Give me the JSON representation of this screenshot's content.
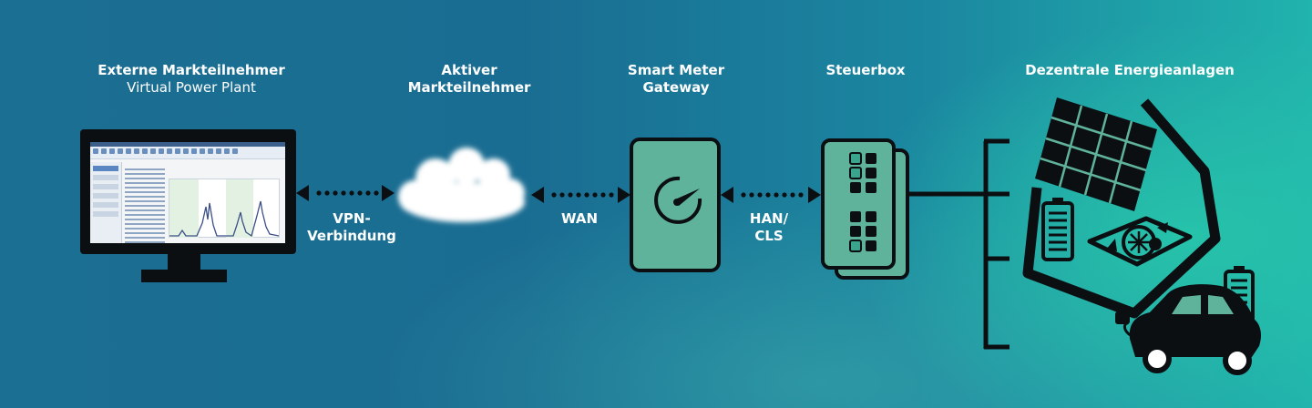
{
  "nodes": {
    "external": {
      "title": "Externe Markteilnehmer",
      "subtitle": "Virtual Power Plant"
    },
    "active": {
      "line1": "Aktiver",
      "line2": "Markteilnehmer"
    },
    "gateway": {
      "line1": "Smart Meter",
      "line2": "Gateway"
    },
    "steuerbox": {
      "title": "Steuerbox"
    },
    "energy": {
      "title": "Dezentrale Energieanlagen"
    }
  },
  "connections": {
    "vpn": {
      "line1": "VPN-",
      "line2": "Verbindung"
    },
    "wan": {
      "line1": "WAN"
    },
    "han": {
      "line1": "HAN/",
      "line2": "CLS"
    }
  },
  "colors": {
    "device_fill": "#5fb39b",
    "dark_cell": "#0c0f12",
    "teal_cell": "#3aa58c",
    "line": "#0c0f12"
  }
}
